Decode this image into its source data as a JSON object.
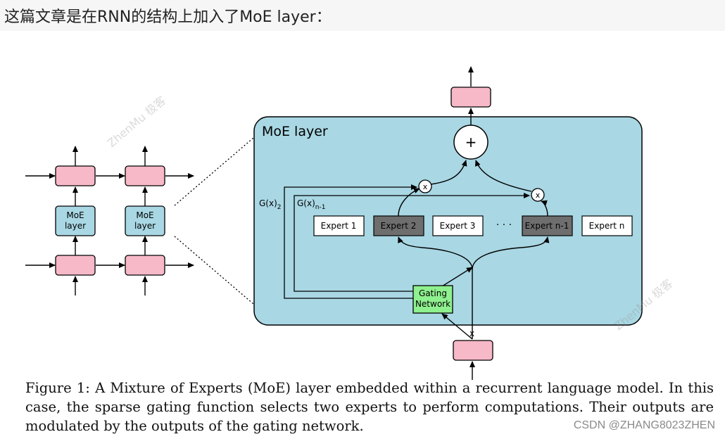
{
  "heading": "这篇文章是在RNN的结构上加入了MoE layer：",
  "diagram": {
    "moe_layer_title": "MoE layer",
    "left_moe_label": [
      "MoE",
      "layer"
    ],
    "gate_label_2_base": "G(x)",
    "gate_label_2_sub": "2",
    "gate_label_n1_base": "G(x)",
    "gate_label_n1_sub": "n-1",
    "experts": [
      "Expert 1",
      "Expert 2",
      "Expert 3",
      "Expert n-1",
      "Expert n"
    ],
    "selected_experts": [
      "Expert 2",
      "Expert n-1"
    ],
    "ellipsis": "· · ·",
    "gating_network": [
      "Gating",
      "Network"
    ],
    "multiply_symbol": "x",
    "plus_symbol": "+",
    "input_symbol": "x",
    "colors": {
      "moe_box": "#a9d7e4",
      "pink_node": "#f7b8c8",
      "gating": "#8ef08e",
      "selected_expert": "#6e6e6e"
    }
  },
  "watermark_faint": "ZhenMu 极客",
  "caption": "Figure 1: A Mixture of Experts (MoE) layer embedded within a recurrent language model. In this case, the sparse gating function selects two experts to perform computations. Their outputs are modulated by the outputs of the gating network.",
  "watermark": "CSDN @ZHANG8023ZHEN"
}
